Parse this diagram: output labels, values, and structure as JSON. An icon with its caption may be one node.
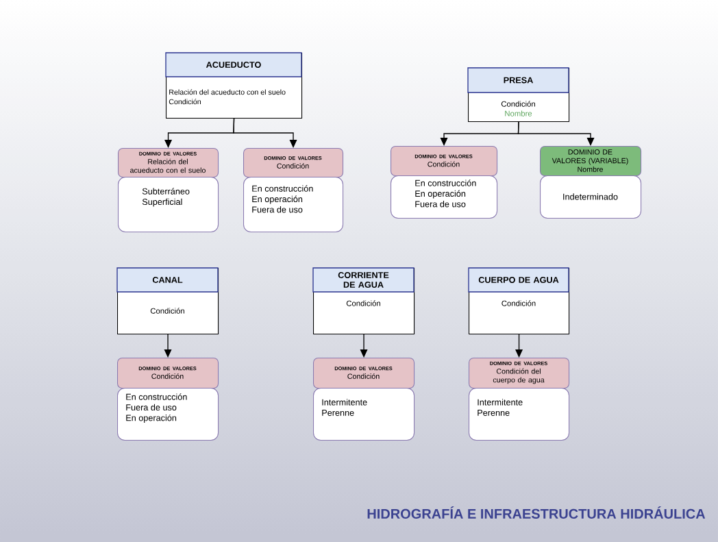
{
  "diagram": {
    "title": "HIDROGRAFÍA E INFRAESTRUCTURA HIDRÁULICA",
    "nodes": [
      {
        "text": [
          "ACUEDUCTO",
          "Relación del acueducto con el suelo",
          "Condición"
        ]
      },
      {
        "text": [
          "DOMINIO DE VALORES",
          "Relación del acueducto con el suelo"
        ]
      },
      {
        "text": [
          "Subterráneo",
          "Superficial"
        ]
      },
      {
        "text": [
          "DOMINIO DE VALORES",
          "Condición"
        ]
      },
      {
        "text": [
          "En construcción",
          "En operación",
          "Fuera de uso"
        ]
      },
      {
        "text": [
          "PRESA",
          "Condición",
          "Nombre"
        ]
      },
      {
        "text": [
          "DOMINIO DE VALORES",
          "Condición"
        ]
      },
      {
        "text": [
          "En construcción",
          "En operación",
          "Fuera de uso"
        ]
      },
      {
        "text": [
          "DOMINIO DE VALORES (VARIABLE)",
          "Nombre"
        ]
      },
      {
        "text": [
          "Indeterminado"
        ]
      },
      {
        "text": [
          "CANAL",
          "Condición"
        ]
      },
      {
        "text": [
          "DOMINIO DE VALORES",
          "Condición"
        ]
      },
      {
        "text": [
          "En construcción",
          "Fuera de uso",
          "En operación"
        ]
      },
      {
        "text": [
          "CORRIENTE DE AGUA",
          "Condición"
        ]
      },
      {
        "text": [
          "DOMINIO DE VALORES",
          "Condición"
        ]
      },
      {
        "text": [
          "Intermitente",
          "Perenne"
        ]
      },
      {
        "text": [
          "CUERPO DE AGUA",
          "Condición"
        ]
      },
      {
        "text": [
          "DOMINIO DE VALORES",
          "Condición del cuerpo de agua"
        ]
      },
      {
        "text": [
          "Intermitente",
          "Perenne"
        ]
      }
    ],
    "edges": [
      {
        "from": 0,
        "to": 1,
        "arrow": "to"
      },
      {
        "from": 0,
        "to": 3,
        "arrow": "to"
      },
      {
        "from": 5,
        "to": 6,
        "arrow": "to"
      },
      {
        "from": 5,
        "to": 8,
        "arrow": "to"
      },
      {
        "from": 10,
        "to": 11,
        "arrow": "to"
      },
      {
        "from": 13,
        "to": 14,
        "arrow": "to"
      },
      {
        "from": 16,
        "to": 17,
        "arrow": "to"
      }
    ]
  }
}
